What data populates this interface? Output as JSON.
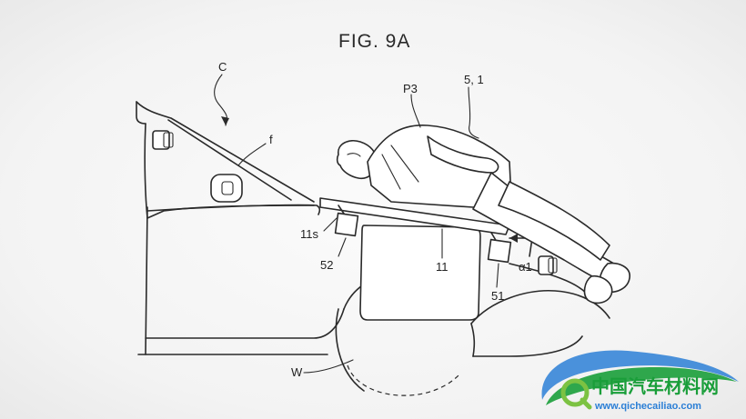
{
  "figure": {
    "title": "FIG. 9A"
  },
  "labels": {
    "car": "C",
    "pillar": "f",
    "pedestrian": "P3",
    "system": "5, 1",
    "airbag_edge": "11s",
    "actuator_rear": "52",
    "airbag": "11",
    "actuator_front": "51",
    "angle": "α1",
    "wheel": "W"
  },
  "watermark": {
    "name": "中国汽车材料网",
    "url": "www.qichecailiao.com",
    "color_primary": "#1a9e3a",
    "color_secondary": "#2b7fd6"
  }
}
